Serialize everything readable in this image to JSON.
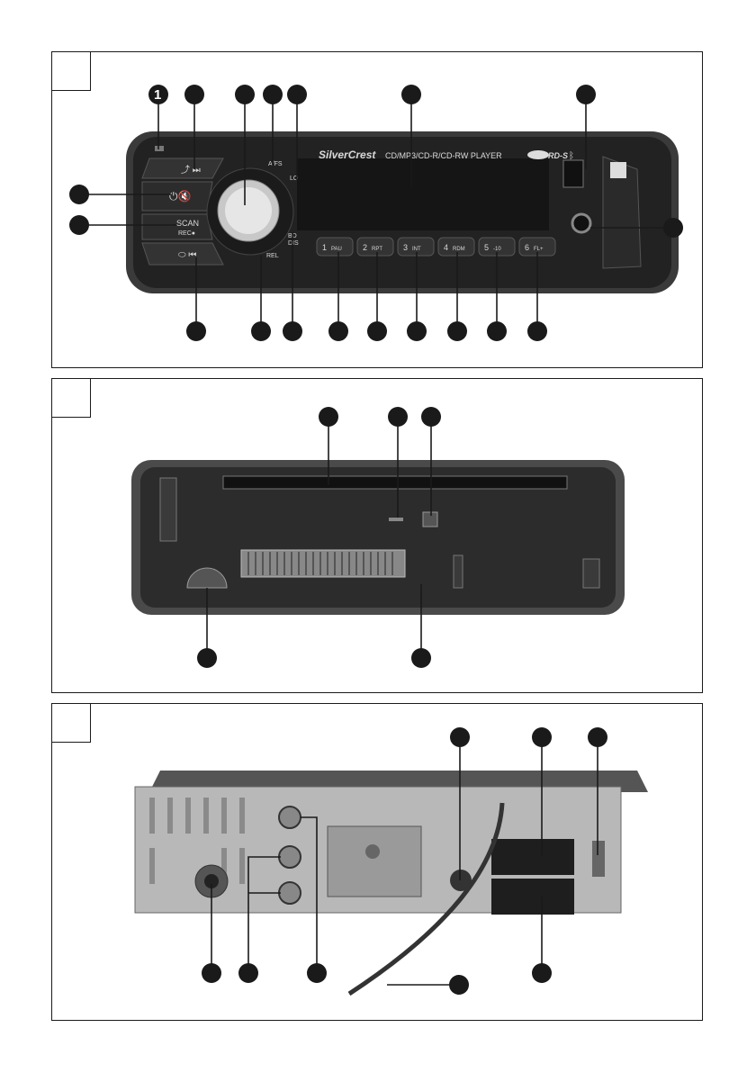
{
  "figure1": {
    "brand": "SilverCrest",
    "model_text": "CD/MP3/CD-R/CD-RW PLAYER",
    "rds_text": "RD-S",
    "left_buttons": {
      "scan": "SCAN",
      "rec": "REC●"
    },
    "small_labels": {
      "afs": "A/FS",
      "lo": "LO",
      "bd": "BD",
      "dis": "DIS",
      "rel": "REL"
    },
    "presets": [
      {
        "num": "1",
        "label": "PAU"
      },
      {
        "num": "2",
        "label": "RPT"
      },
      {
        "num": "3",
        "label": "INT"
      },
      {
        "num": "4",
        "label": "RDM"
      },
      {
        "num": "5",
        "label": "-10"
      },
      {
        "num": "6",
        "label": "FL+"
      }
    ],
    "callout_1": "1"
  },
  "colors": {
    "ink": "#1a1a1a",
    "radio_body": "#2a2a2a",
    "chassis": "#9a9a9a"
  }
}
